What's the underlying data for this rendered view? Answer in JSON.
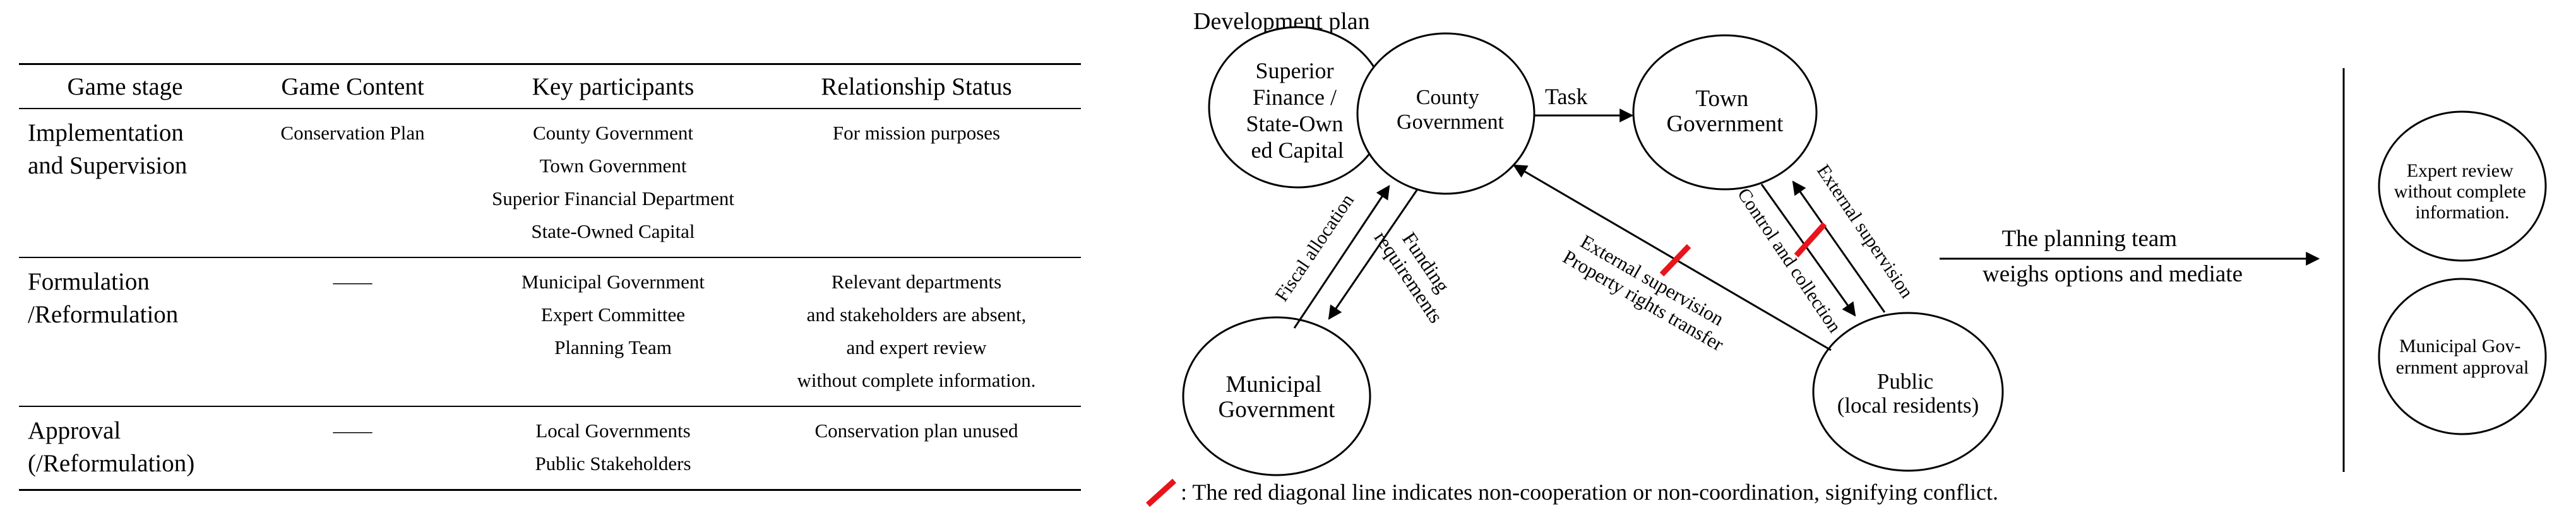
{
  "table": {
    "headers": [
      "Game stage",
      "Game Content",
      "Key participants",
      "Relationship Status"
    ],
    "rows": [
      {
        "stage": [
          "Implementation",
          "and Supervision"
        ],
        "content": [
          "Conservation Plan"
        ],
        "participants": [
          "County Government",
          "Town Government",
          "Superior Financial Department",
          "State-Owned Capital"
        ],
        "status": [
          "For mission purposes"
        ]
      },
      {
        "stage": [
          "Formulation",
          "/Reformulation"
        ],
        "content": [
          "——"
        ],
        "participants": [
          "Municipal Government",
          "Expert Committee",
          "Planning Team"
        ],
        "status": [
          "Relevant departments",
          "and stakeholders are absent,",
          "and expert review",
          "without complete information."
        ]
      },
      {
        "stage": [
          "Approval",
          "(/Reformulation)"
        ],
        "content": [
          "——"
        ],
        "participants": [
          "Local Governments",
          "Public Stakeholders"
        ],
        "status": [
          "Conservation plan unused"
        ]
      }
    ]
  },
  "diagram": {
    "title": "Development plan",
    "nodes": {
      "superior": [
        "Superior",
        "Finance /",
        "State-Own",
        "ed Capital"
      ],
      "county": [
        "County",
        "Government"
      ],
      "town": [
        "Town",
        "Government"
      ],
      "municipal": [
        "Municipal",
        "Government"
      ],
      "public": [
        "Public",
        "(local residents)"
      ],
      "expert": [
        "Expert review",
        "without complete",
        "information."
      ],
      "municipal_approval": [
        "Municipal Gov-",
        "ernment approval"
      ]
    },
    "edges": {
      "task": "Task",
      "fiscal_allocation": "Fiscal allocation",
      "funding_requirements": [
        "Funding",
        "requirements"
      ],
      "control_collection": "Control and collection",
      "external_supervision_town": "External supervision",
      "public_to_county": [
        "External supervision",
        "Property rights transfer"
      ],
      "planning_team": [
        "The planning team",
        "weighs options and mediate"
      ]
    },
    "legend": ": The red diagonal line indicates non-cooperation or non-coordination, signifying conflict.",
    "conflict_color": "#e8141b"
  }
}
